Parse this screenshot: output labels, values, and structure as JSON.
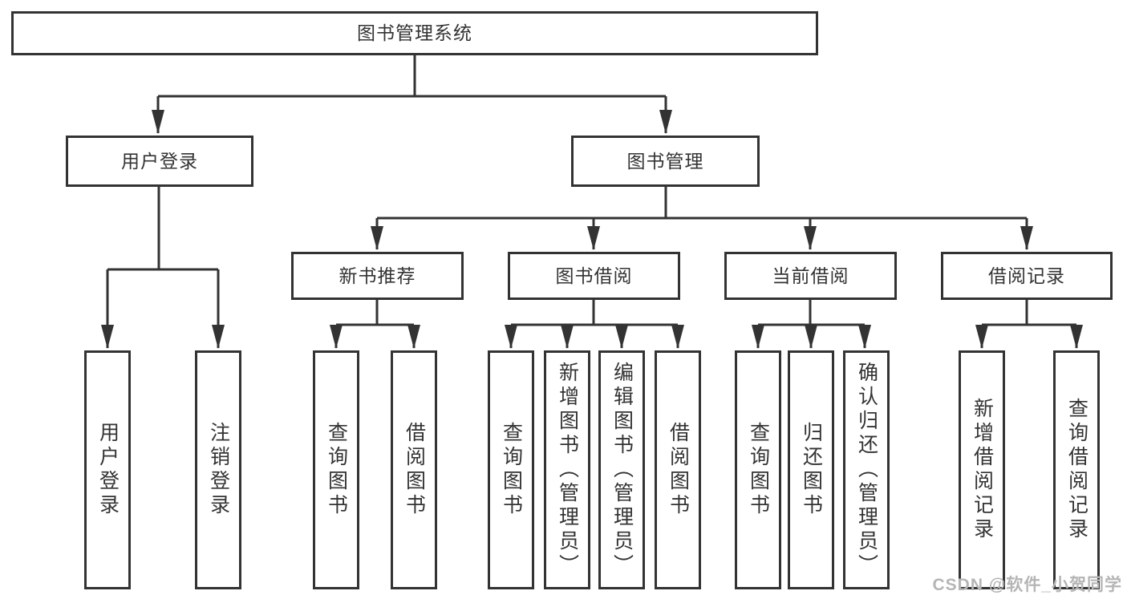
{
  "diagram": {
    "root": {
      "label": "图书管理系统"
    },
    "level2": [
      {
        "label": "用户登录"
      },
      {
        "label": "图书管理"
      }
    ],
    "level3": [
      {
        "label": "新书推荐"
      },
      {
        "label": "图书借阅"
      },
      {
        "label": "当前借阅"
      },
      {
        "label": "借阅记录"
      }
    ],
    "leaves": {
      "userLogin": [
        "用户登录",
        "注销登录"
      ],
      "newBookRecommend": [
        "查询图书",
        "借阅图书"
      ],
      "bookBorrow": [
        "查询图书",
        "新增图书（管理员）",
        "编辑图书（管理员）",
        "借阅图书"
      ],
      "currentBorrow": [
        "查询图书",
        "归还图书",
        "确认归还（管理员）"
      ],
      "borrowRecords": [
        "新增借阅记录",
        "查询借阅记录"
      ]
    }
  },
  "watermark": {
    "text": "CSDN @软件_小贺同学"
  },
  "colors": {
    "line": "#333333",
    "box_border": "#333333",
    "text": "#333333",
    "watermark": "#b5b5b5",
    "background": "#ffffff"
  }
}
